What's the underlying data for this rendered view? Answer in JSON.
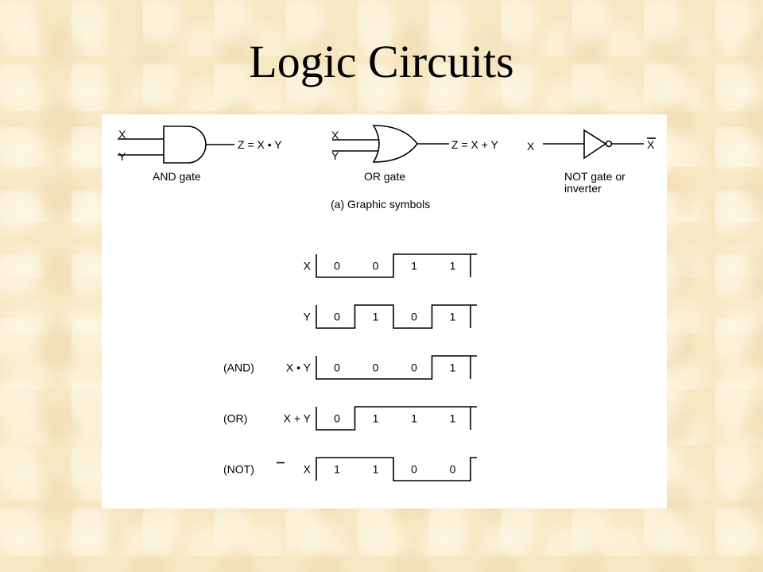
{
  "title": "Logic Circuits",
  "symbols": {
    "and_gate": {
      "input_x": "X",
      "input_y": "Y",
      "output": "Z = X • Y",
      "caption": "AND gate"
    },
    "or_gate": {
      "input_x": "X",
      "input_y": "Y",
      "output": "Z = X + Y",
      "caption": "OR gate"
    },
    "not_gate": {
      "input": "X",
      "output": "X",
      "caption_line1": "NOT gate or",
      "caption_line2": "inverter"
    },
    "section_caption": "(a) Graphic symbols"
  },
  "timing": {
    "rows": [
      {
        "prefix": "",
        "label": "X",
        "overbar": false,
        "bits": [
          "0",
          "0",
          "1",
          "1"
        ]
      },
      {
        "prefix": "",
        "label": "Y",
        "overbar": false,
        "bits": [
          "0",
          "1",
          "0",
          "1"
        ]
      },
      {
        "prefix": "(AND)",
        "label": "X • Y",
        "overbar": false,
        "bits": [
          "0",
          "0",
          "0",
          "1"
        ]
      },
      {
        "prefix": "(OR)",
        "label": "X + Y",
        "overbar": false,
        "bits": [
          "0",
          "1",
          "1",
          "1"
        ]
      },
      {
        "prefix": "(NOT)",
        "label": "X",
        "overbar": true,
        "bits": [
          "1",
          "1",
          "0",
          "0"
        ]
      }
    ]
  }
}
